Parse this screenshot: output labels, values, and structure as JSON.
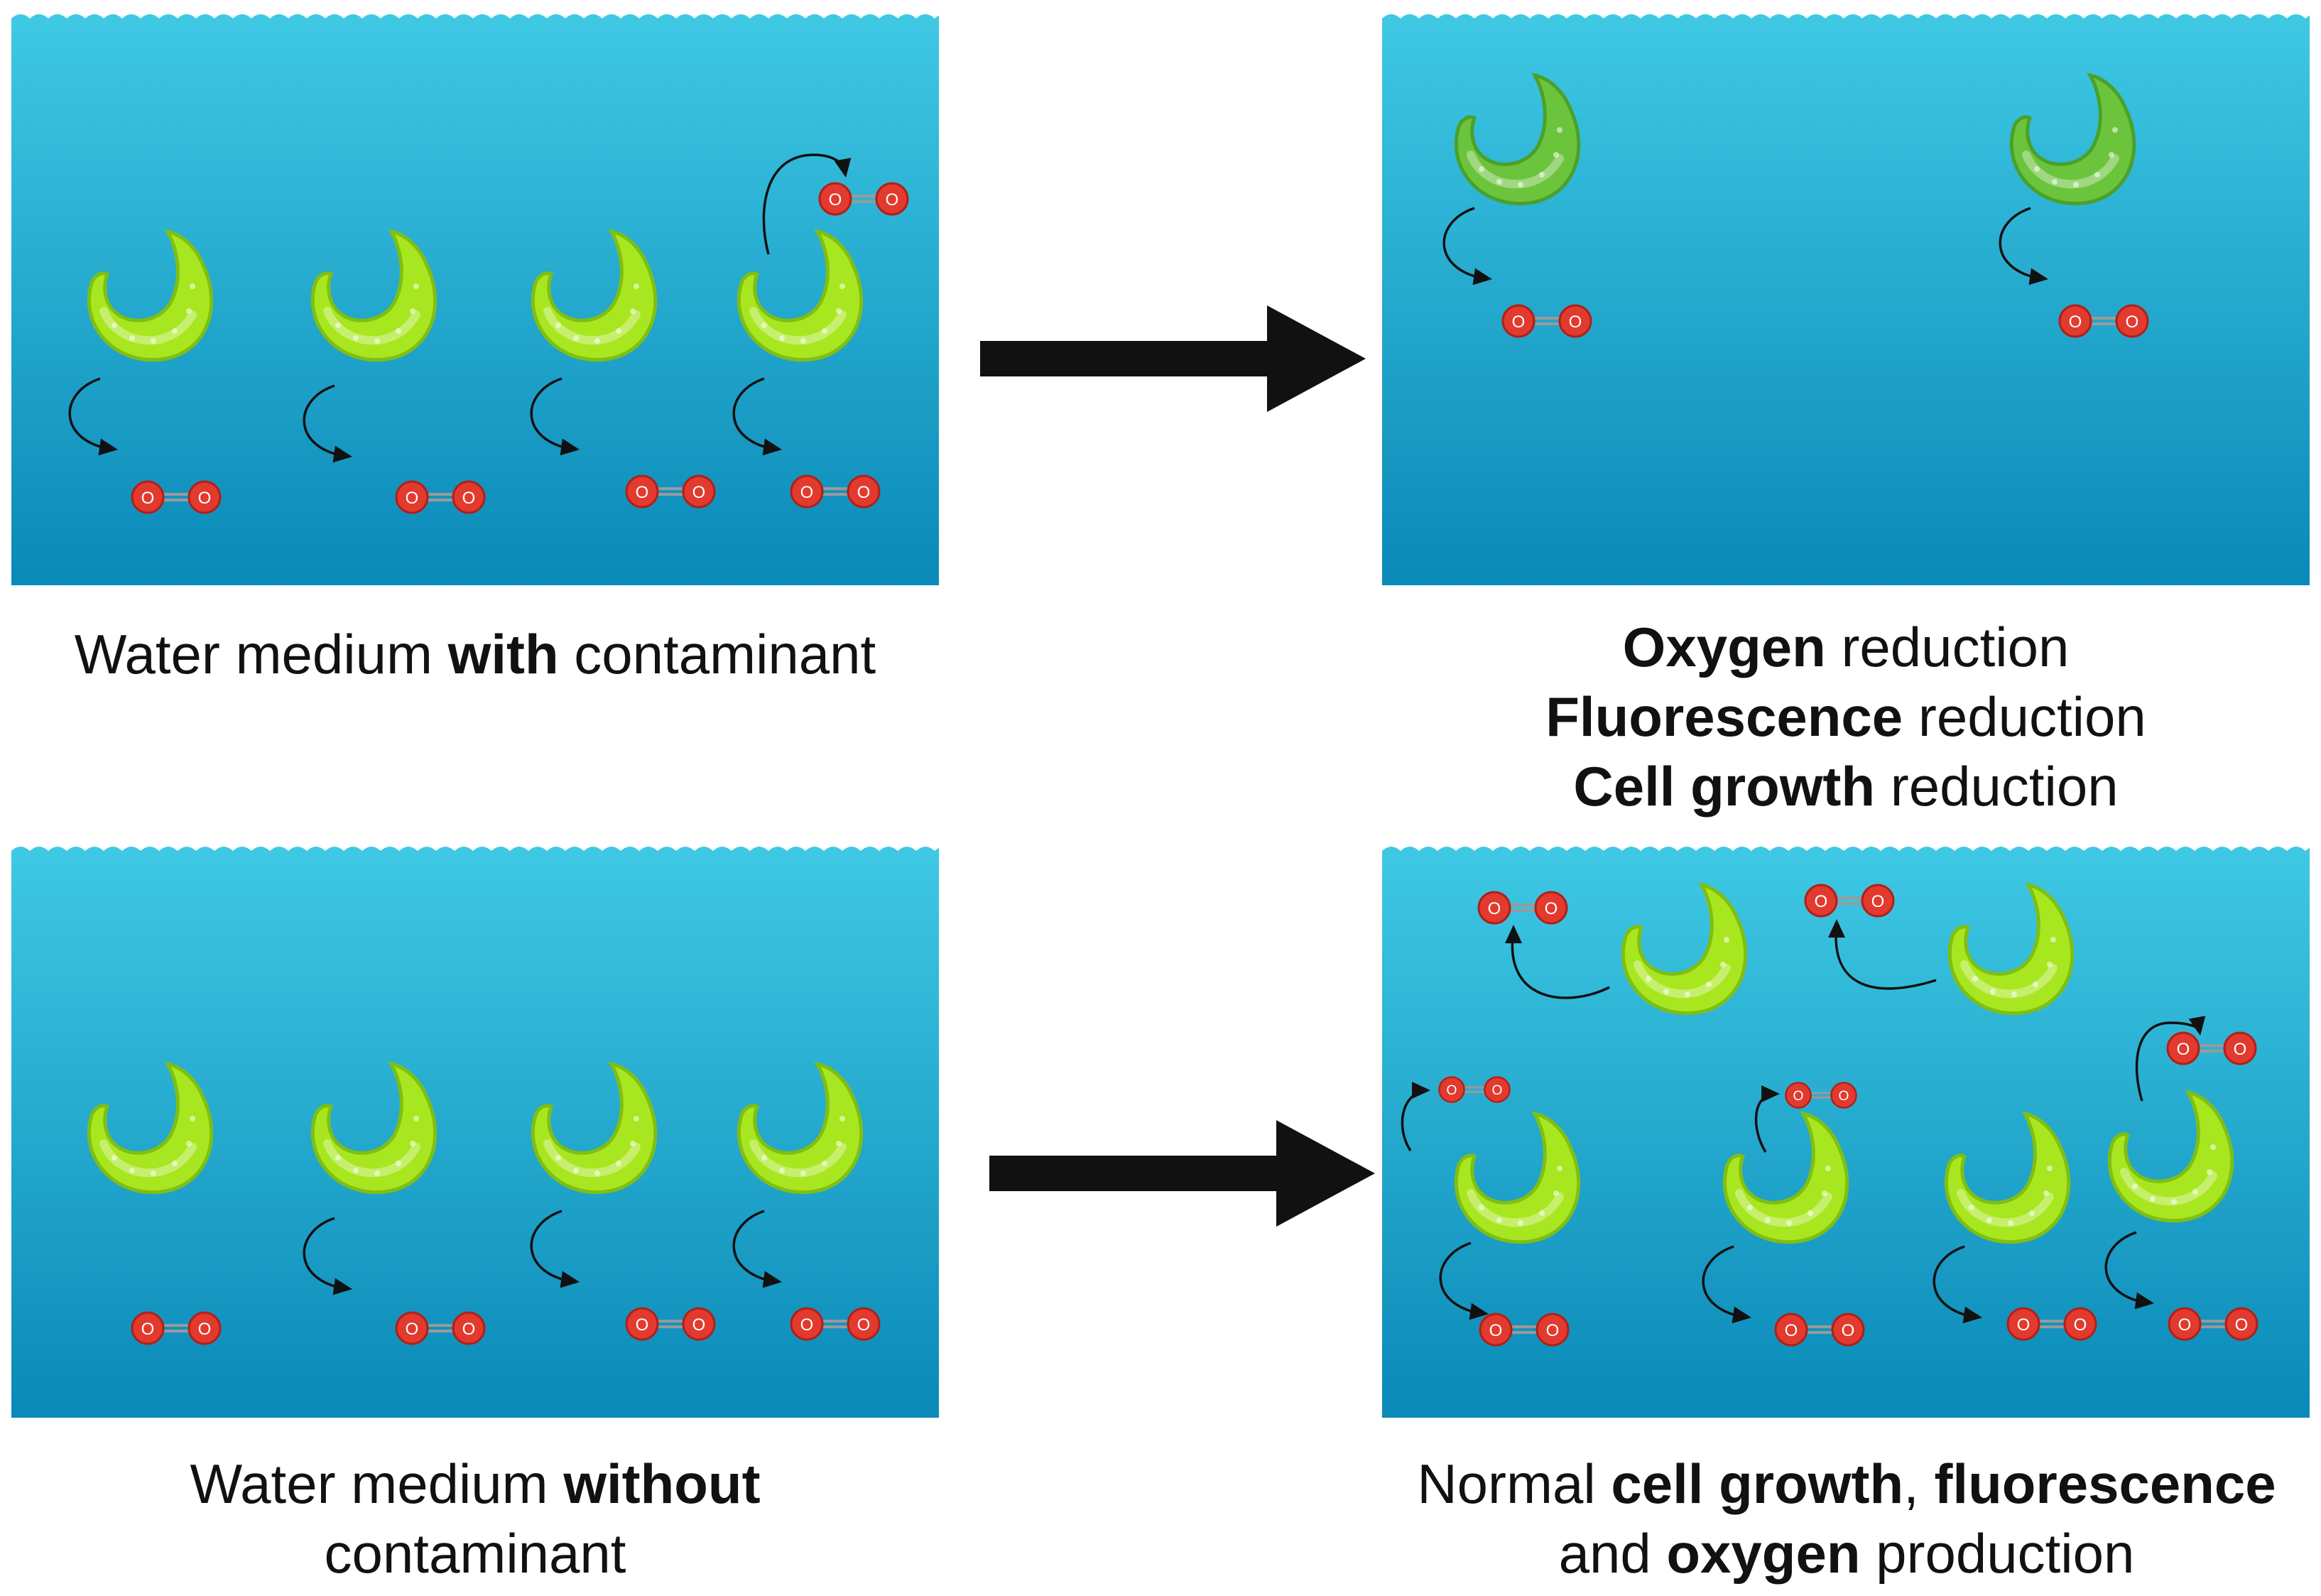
{
  "colors": {
    "water_top": "#3fc9e4",
    "water_bottom": "#0a89b8",
    "algae_bright": "#a8e620",
    "algae_dull": "#6cc43c",
    "oxygen_atom": "#e23a2e",
    "arrow": "#111111"
  },
  "icons": {
    "cell": "crescent-algae-cell-icon",
    "oxygen": "oxygen-molecule-icon",
    "release": "curved-arrow-icon",
    "transition": "block-arrow-icon"
  },
  "oxygen_symbol": "O",
  "captions": {
    "with_contaminant": {
      "pre": "Water medium ",
      "bold": "with",
      "post": " contaminant"
    },
    "reduced": [
      {
        "bold": "Oxygen",
        "rest": " reduction"
      },
      {
        "bold": "Fluorescence",
        "rest": " reduction"
      },
      {
        "bold": "Cell growth",
        "rest": " reduction"
      }
    ],
    "without_contaminant": {
      "pre": "Water medium ",
      "bold": "without",
      "line2": "contaminant"
    },
    "normal": {
      "pre": "Normal ",
      "bold1": "cell growth",
      "sep": ", ",
      "bold2": "fluorescence",
      "line2_pre": "and ",
      "bold3": "oxygen",
      "line2_post": " production"
    }
  }
}
